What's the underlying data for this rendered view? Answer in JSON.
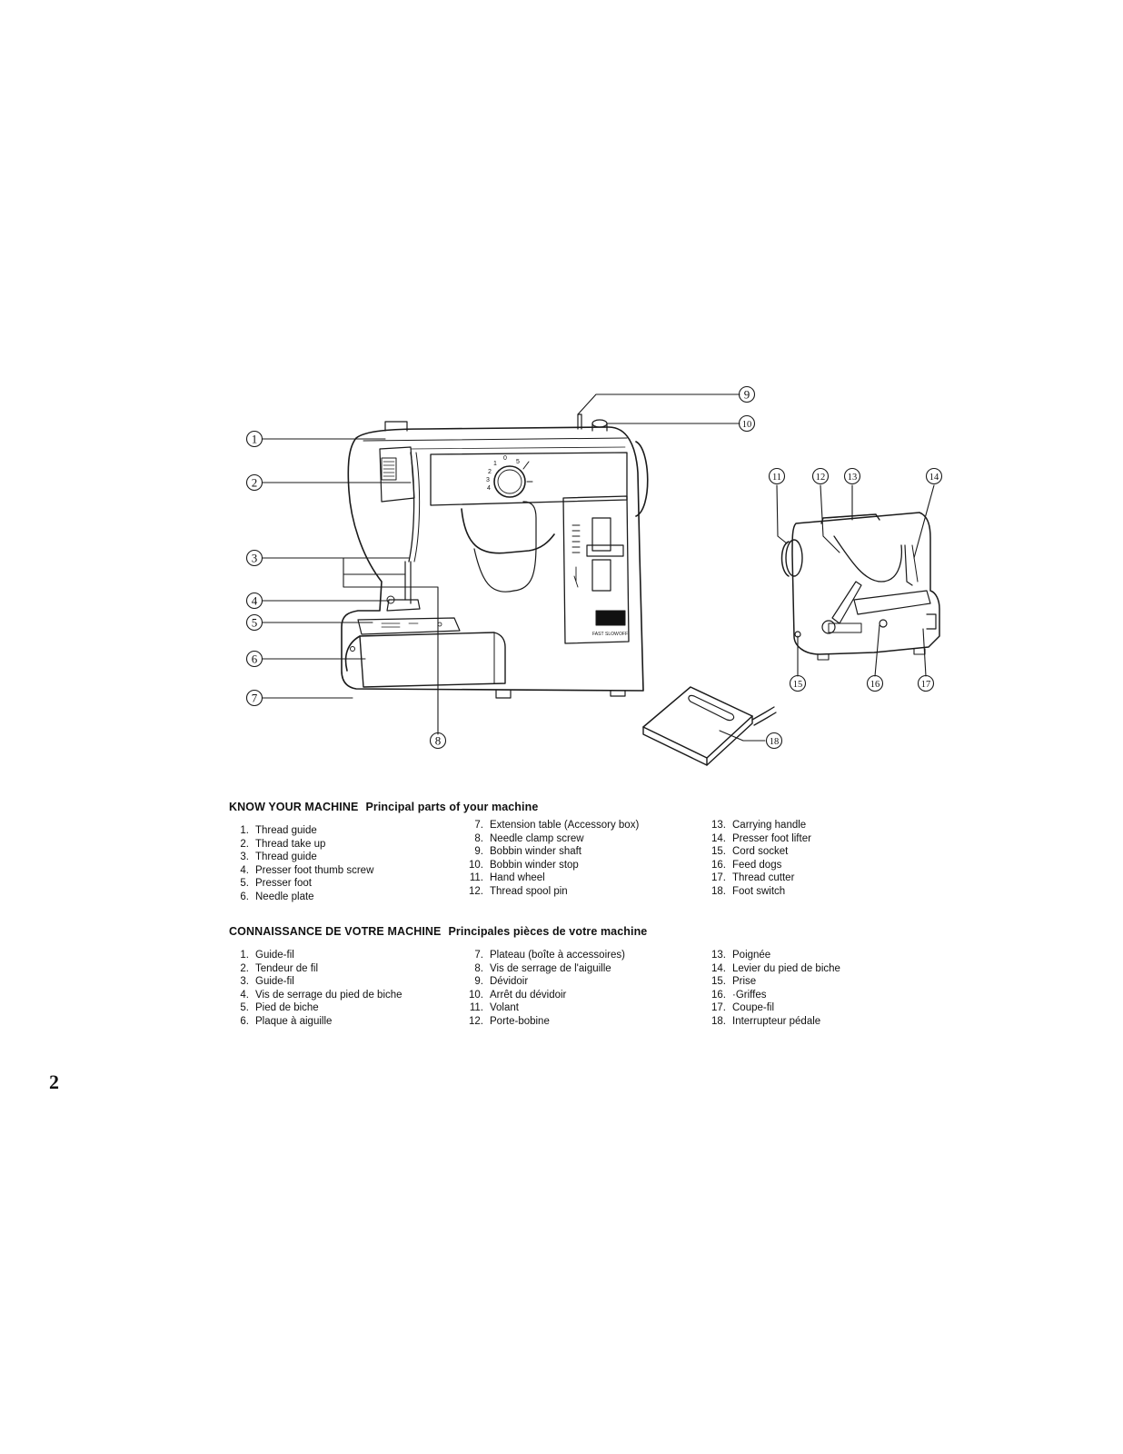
{
  "callouts": [
    "1",
    "2",
    "3",
    "4",
    "5",
    "6",
    "7",
    "8",
    "9",
    "10",
    "11",
    "12",
    "13",
    "14",
    "15",
    "16",
    "17",
    "18"
  ],
  "stitch_dial_marks": [
    "0",
    "1",
    "2",
    "3",
    "4",
    "5"
  ],
  "speed_switch_labels": [
    "FAST",
    "SLOW",
    "OFF"
  ],
  "english": {
    "title": "KNOW YOUR MACHINE",
    "subtitle": "Principal parts of your machine",
    "parts": [
      {
        "n": "1.",
        "label": "Thread guide"
      },
      {
        "n": "2.",
        "label": "Thread take up"
      },
      {
        "n": "3.",
        "label": "Thread guide"
      },
      {
        "n": "4.",
        "label": "Presser foot thumb screw"
      },
      {
        "n": "5.",
        "label": "Presser foot"
      },
      {
        "n": "6.",
        "label": "Needle plate"
      },
      {
        "n": "7.",
        "label": "Extension table (Accessory box)"
      },
      {
        "n": "8.",
        "label": "Needle clamp screw"
      },
      {
        "n": "9.",
        "label": "Bobbin winder shaft"
      },
      {
        "n": "10.",
        "label": "Bobbin winder stop"
      },
      {
        "n": "11.",
        "label": "Hand wheel"
      },
      {
        "n": "12.",
        "label": "Thread spool pin"
      },
      {
        "n": "13.",
        "label": "Carrying handle"
      },
      {
        "n": "14.",
        "label": "Presser foot lifter"
      },
      {
        "n": "15.",
        "label": "Cord socket"
      },
      {
        "n": "16.",
        "label": "Feed dogs"
      },
      {
        "n": "17.",
        "label": "Thread cutter"
      },
      {
        "n": "18.",
        "label": "Foot switch"
      }
    ]
  },
  "french": {
    "title": "CONNAISSANCE DE VOTRE MACHINE",
    "subtitle": "Principales pièces de votre machine",
    "parts": [
      {
        "n": "1.",
        "label": "Guide-fil"
      },
      {
        "n": "2.",
        "label": "Tendeur de fil"
      },
      {
        "n": "3.",
        "label": "Guide-fil"
      },
      {
        "n": "4.",
        "label": "Vis de serrage du pied de biche"
      },
      {
        "n": "5.",
        "label": "Pied de biche"
      },
      {
        "n": "6.",
        "label": "Plaque à aiguille"
      },
      {
        "n": "7.",
        "label": "Plateau (boîte à accessoires)"
      },
      {
        "n": "8.",
        "label": "Vis de serrage de l'aiguille"
      },
      {
        "n": "9.",
        "label": "Dévidoir"
      },
      {
        "n": "10.",
        "label": "Arrêt du dévidoir"
      },
      {
        "n": "11.",
        "label": "Volant"
      },
      {
        "n": "12.",
        "label": "Porte-bobine"
      },
      {
        "n": "13.",
        "label": "Poignée"
      },
      {
        "n": "14.",
        "label": "Levier du pied de biche"
      },
      {
        "n": "15.",
        "label": "Prise"
      },
      {
        "n": "16.",
        "label": "·Griffes"
      },
      {
        "n": "17.",
        "label": "Coupe-fil"
      },
      {
        "n": "18.",
        "label": "Interrupteur pédale"
      }
    ]
  },
  "page_number": "2"
}
